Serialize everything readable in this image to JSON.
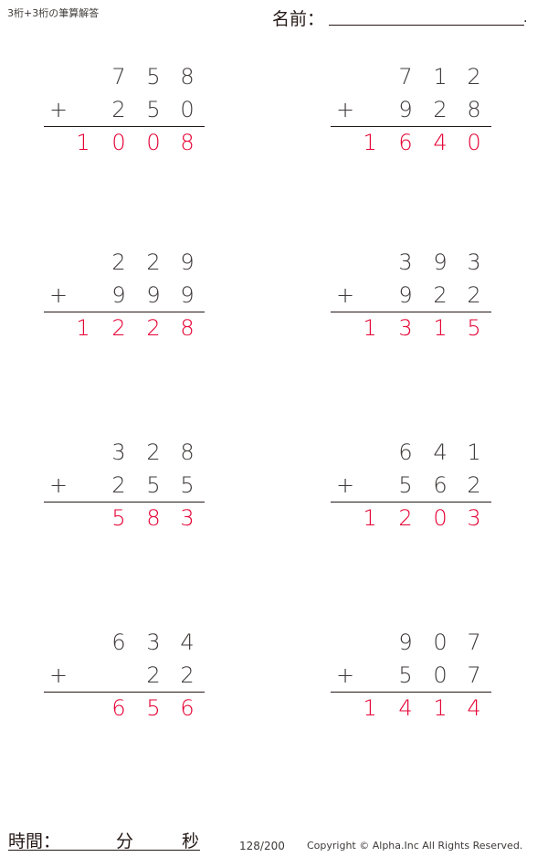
{
  "header": {
    "title": "3桁+3桁の筆算解答",
    "name_label": "名前：",
    "name_end": "."
  },
  "problems": [
    {
      "top": [
        "7",
        "5",
        "8"
      ],
      "bottom": [
        "2",
        "5",
        "0"
      ],
      "answer": [
        "1",
        "0",
        "0",
        "8"
      ],
      "op": "+"
    },
    {
      "top": [
        "7",
        "1",
        "2"
      ],
      "bottom": [
        "9",
        "2",
        "8"
      ],
      "answer": [
        "1",
        "6",
        "4",
        "0"
      ],
      "op": "+"
    },
    {
      "top": [
        "2",
        "2",
        "9"
      ],
      "bottom": [
        "9",
        "9",
        "9"
      ],
      "answer": [
        "1",
        "2",
        "2",
        "8"
      ],
      "op": "+"
    },
    {
      "top": [
        "3",
        "9",
        "3"
      ],
      "bottom": [
        "9",
        "2",
        "2"
      ],
      "answer": [
        "1",
        "3",
        "1",
        "5"
      ],
      "op": "+"
    },
    {
      "top": [
        "3",
        "2",
        "8"
      ],
      "bottom": [
        "2",
        "5",
        "5"
      ],
      "answer": [
        "",
        "5",
        "8",
        "3"
      ],
      "op": "+"
    },
    {
      "top": [
        "6",
        "4",
        "1"
      ],
      "bottom": [
        "5",
        "6",
        "2"
      ],
      "answer": [
        "1",
        "2",
        "0",
        "3"
      ],
      "op": "+"
    },
    {
      "top": [
        "6",
        "3",
        "4"
      ],
      "bottom": [
        "",
        "2",
        "2"
      ],
      "answer": [
        "",
        "6",
        "5",
        "6"
      ],
      "op": "+"
    },
    {
      "top": [
        "9",
        "0",
        "7"
      ],
      "bottom": [
        "5",
        "0",
        "7"
      ],
      "answer": [
        "1",
        "4",
        "1",
        "4"
      ],
      "op": "+"
    }
  ],
  "footer": {
    "time_label": "時間：",
    "minutes": "分",
    "seconds": "秒",
    "page": "128/200",
    "copyright": "Copyright © Alpha.Inc All Rights Reserved."
  },
  "colors": {
    "answer": "#e60033",
    "text": "#3e3a39"
  }
}
